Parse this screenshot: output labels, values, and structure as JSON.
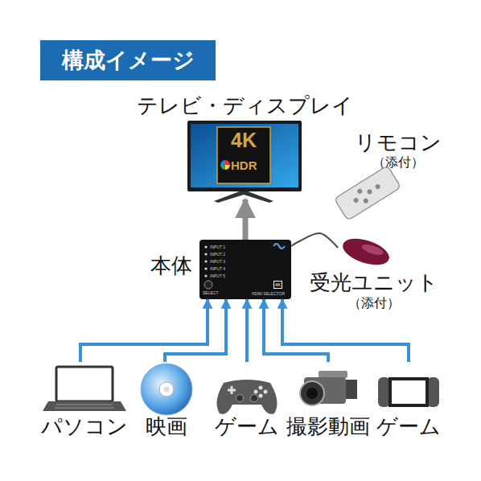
{
  "diagram": {
    "title": "構成イメージ",
    "nodes": [
      {
        "text": [
          "テレビ・ディスプレイ"
        ]
      },
      {
        "text": [
          "リモコン",
          "（添付）"
        ]
      },
      {
        "text": [
          "本体"
        ]
      },
      {
        "text": [
          "受光ユニット",
          "（添付）"
        ]
      },
      {
        "text": [
          "パソコン"
        ]
      },
      {
        "text": [
          "映画"
        ]
      },
      {
        "text": [
          "ゲーム"
        ]
      },
      {
        "text": [
          "撮影動画"
        ]
      },
      {
        "text": [
          "ゲーム"
        ]
      }
    ],
    "edges": [
      {
        "from": 4,
        "to": 2,
        "arrow": "to"
      },
      {
        "from": 5,
        "to": 2,
        "arrow": "to"
      },
      {
        "from": 6,
        "to": 2,
        "arrow": "to"
      },
      {
        "from": 7,
        "to": 2,
        "arrow": "to"
      },
      {
        "from": 8,
        "to": 2,
        "arrow": "to"
      },
      {
        "from": 2,
        "to": 0,
        "arrow": "to"
      },
      {
        "from": 3,
        "to": 2,
        "arrow": "none"
      }
    ],
    "labels": [
      "4K",
      "HDR",
      "INPUT 1",
      "INPUT 2",
      "INPUT 3",
      "INPUT 4",
      "INPUT 5",
      "SELECT",
      "4K",
      "HDMI SELECTOR"
    ]
  }
}
